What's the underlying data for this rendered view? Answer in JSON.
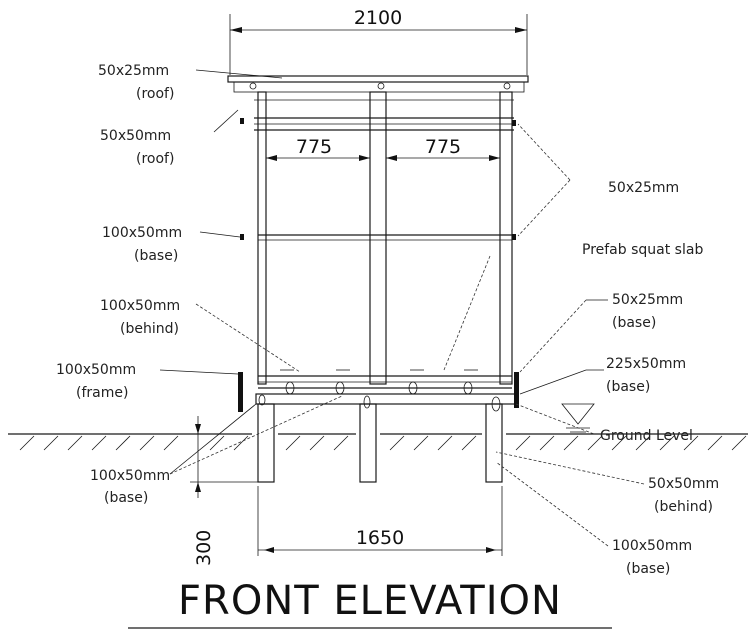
{
  "title": "FRONT ELEVATION",
  "dimensions": {
    "overall_width": "2100",
    "bay_left": "775",
    "bay_right": "775",
    "base_span": "1650",
    "depth": "300"
  },
  "labels": {
    "roof_top_size": "50x25mm",
    "roof_top_note": "(roof)",
    "roof_second_size": "50x50mm",
    "roof_second_note": "(roof)",
    "right_top_size": "50x25mm",
    "slab": "Prefab squat slab",
    "base_left_size": "100x50mm",
    "base_left_note": "(base)",
    "behind_left_size": "100x50mm",
    "behind_left_note": "(behind)",
    "base_right_size": "50x25mm",
    "base_right_note": "(base)",
    "base_225_size": "225x50mm",
    "base_225_note": "(base)",
    "frame_size": "100x50mm",
    "frame_note": "(frame)",
    "ground": "Ground Level",
    "lower_base_size": "100x50mm",
    "lower_base_note": "(base)",
    "behind_right_size": "50x50mm",
    "behind_right_note": "(behind)",
    "bottom_base_size": "100x50mm",
    "bottom_base_note": "(base)"
  }
}
